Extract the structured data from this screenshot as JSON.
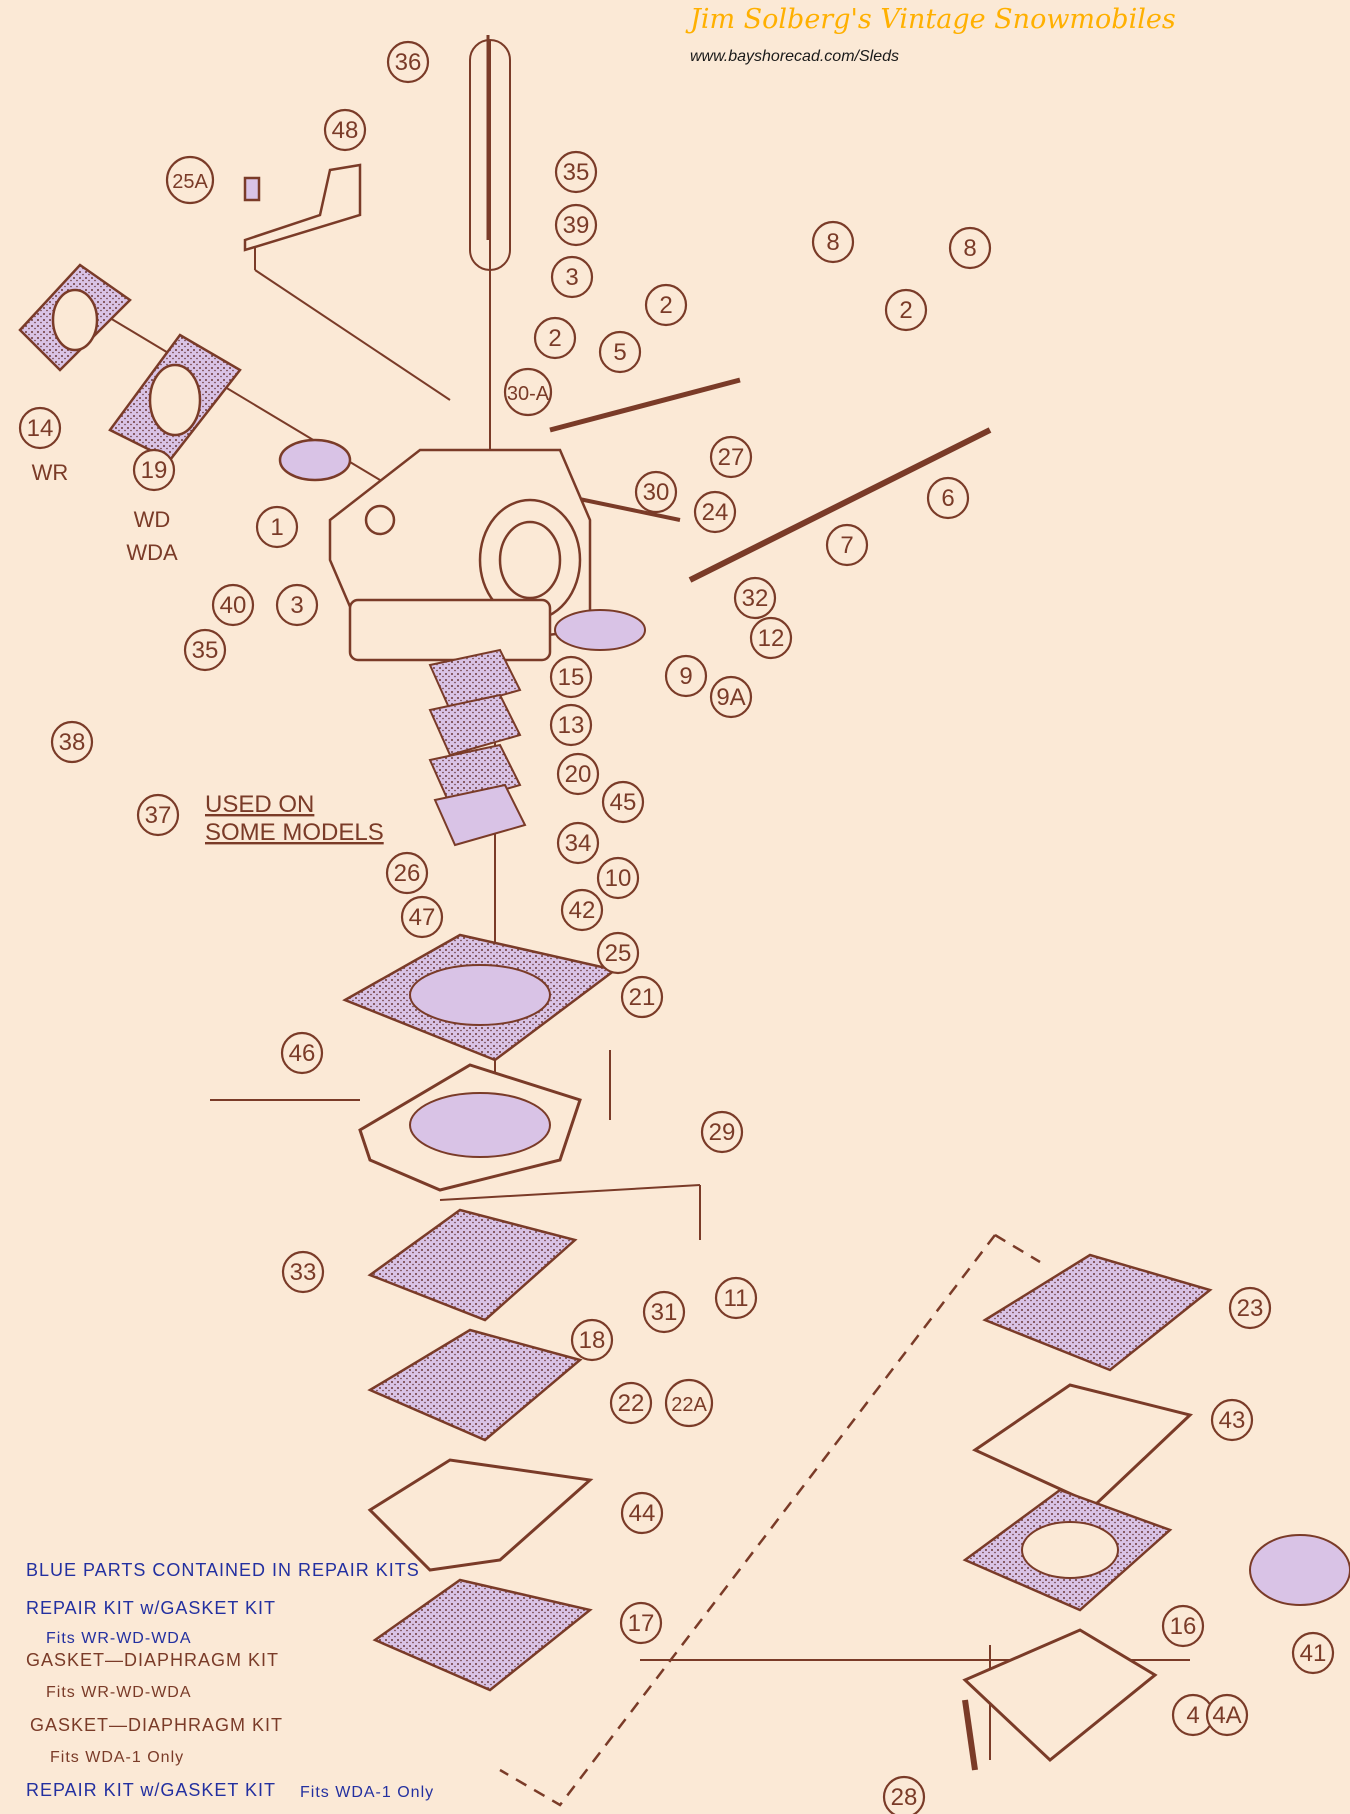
{
  "header": {
    "site_title": "Jim Solberg's Vintage Snowmobiles",
    "url": "www.bayshorecad.com/Sleds"
  },
  "models": {
    "wr": "WR",
    "wd": "WD",
    "wda": "WDA"
  },
  "used_on_note": [
    "USED ON",
    "SOME MODELS"
  ],
  "callouts": [
    "36",
    "48",
    "25A",
    "35",
    "39",
    "3",
    "8",
    "8",
    "2",
    "2",
    "2",
    "5",
    "30-A",
    "27",
    "6",
    "14",
    "19",
    "1",
    "30",
    "24",
    "7",
    "40",
    "3",
    "32",
    "12",
    "35",
    "9",
    "9A",
    "15",
    "38",
    "13",
    "20",
    "37",
    "45",
    "34",
    "26",
    "10",
    "47",
    "42",
    "25",
    "21",
    "46",
    "29",
    "33",
    "31",
    "11",
    "18",
    "23",
    "22",
    "22A",
    "43",
    "44",
    "16",
    "41",
    "17",
    "4",
    "4A",
    "28"
  ],
  "legend": [
    {
      "title": "GASKET—DIAPHRAGM KIT",
      "fits": "Fits WR-WD-WDA"
    },
    {
      "title": "GASKET—DIAPHRAGM KIT",
      "fits": "Fits WDA-1 Only"
    },
    {
      "title": "REPAIR KIT  w/GASKET KIT",
      "fits": "Fits WR-WD-WDA"
    },
    {
      "title": "REPAIR KIT  w/GASKET KIT",
      "fits": "Fits WDA-1 Only"
    }
  ],
  "blue_parts_note": "BLUE PARTS CONTAINED IN REPAIR KITS",
  "colors": {
    "background": "#fbe9d6",
    "line": "#7a3b28",
    "repair_part": "#d7c3e8",
    "title": "#ffb000",
    "blue_text": "#2330a0"
  }
}
